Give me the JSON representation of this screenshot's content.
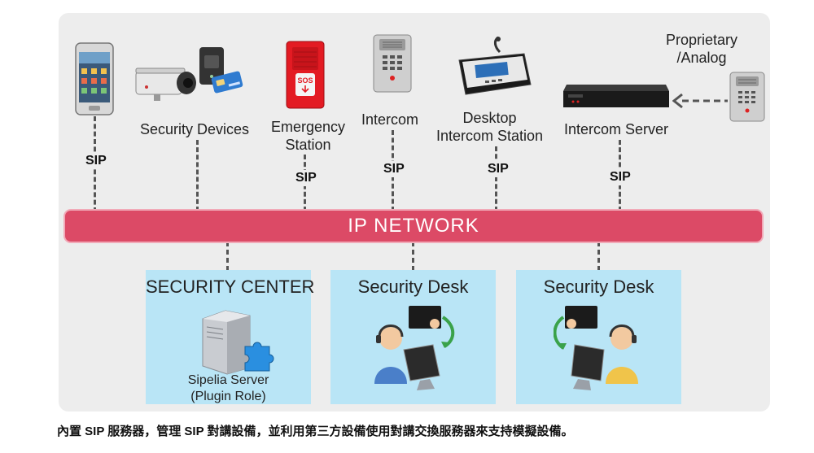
{
  "devices": {
    "security_devices": "Security Devices",
    "emergency_line1": "Emergency",
    "emergency_line2": "Station",
    "sos": "SOS",
    "intercom": "Intercom",
    "desktop_line1": "Desktop",
    "desktop_line2": "Intercom Station",
    "intercom_server": "Intercom Server",
    "proprietary_line1": "Proprietary",
    "proprietary_line2": "/Analog"
  },
  "protocol_label": "SIP",
  "network_label": "IP NETWORK",
  "bottom": {
    "security_center": "SECURITY CENTER",
    "security_desk_1": "Security Desk",
    "security_desk_2": "Security Desk",
    "server_line1": "Sipelia Server",
    "server_line2": "(Plugin Role)"
  },
  "caption": "內置 SIP 服務器，管理 SIP 對講設備，並利用第三方設備使用對講交換服務器來支持模擬設備。"
}
